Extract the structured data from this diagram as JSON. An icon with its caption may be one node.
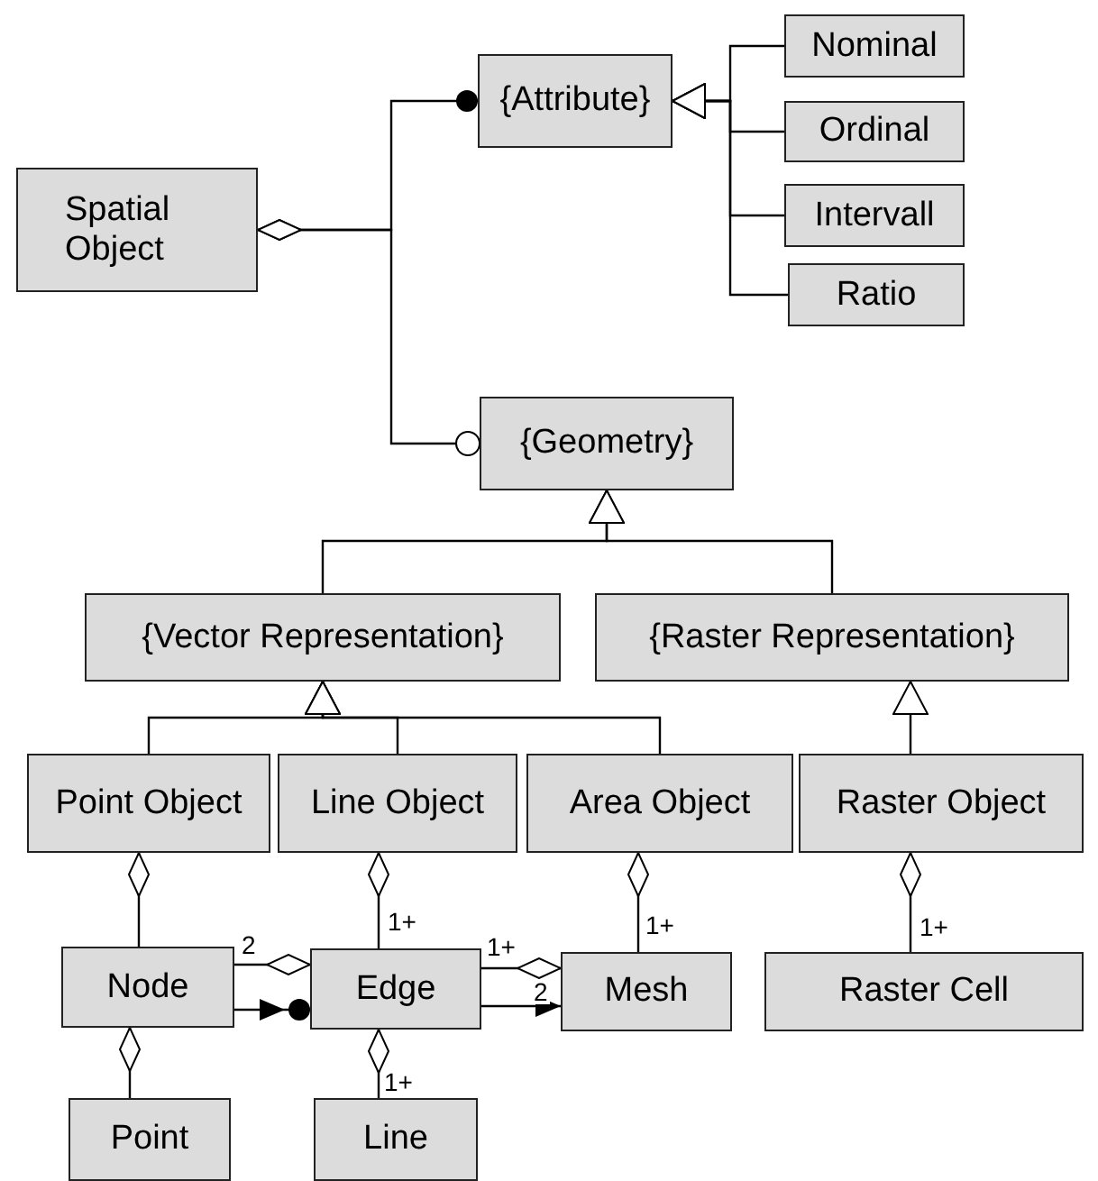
{
  "diagram": {
    "nodes": [
      {
        "text": [
          "Spatial Object"
        ]
      },
      {
        "text": [
          "{Attribute}"
        ]
      },
      {
        "text": [
          "Nominal"
        ]
      },
      {
        "text": [
          "Ordinal"
        ]
      },
      {
        "text": [
          "Intervall"
        ]
      },
      {
        "text": [
          "Ratio"
        ]
      },
      {
        "text": [
          "{Geometry}"
        ]
      },
      {
        "text": [
          "{Vector Representation}"
        ]
      },
      {
        "text": [
          "{Raster Representation}"
        ]
      },
      {
        "text": [
          "Point Object"
        ]
      },
      {
        "text": [
          "Line Object"
        ]
      },
      {
        "text": [
          "Area Object"
        ]
      },
      {
        "text": [
          "Raster Object"
        ]
      },
      {
        "text": [
          "Node"
        ]
      },
      {
        "text": [
          "Edge"
        ]
      },
      {
        "text": [
          "Mesh"
        ]
      },
      {
        "text": [
          "Raster Cell"
        ]
      },
      {
        "text": [
          "Point"
        ]
      },
      {
        "text": [
          "Line"
        ]
      }
    ],
    "edges": [
      {
        "from": 0,
        "to": 1,
        "arrow": "other"
      },
      {
        "from": 0,
        "to": 6,
        "arrow": "other"
      },
      {
        "from": 2,
        "to": 1,
        "arrow": "to"
      },
      {
        "from": 3,
        "to": 1,
        "arrow": "to"
      },
      {
        "from": 4,
        "to": 1,
        "arrow": "to"
      },
      {
        "from": 5,
        "to": 1,
        "arrow": "to"
      },
      {
        "from": 7,
        "to": 6,
        "arrow": "to"
      },
      {
        "from": 8,
        "to": 6,
        "arrow": "to"
      },
      {
        "from": 9,
        "to": 7,
        "arrow": "to"
      },
      {
        "from": 10,
        "to": 7,
        "arrow": "to"
      },
      {
        "from": 11,
        "to": 7,
        "arrow": "to"
      },
      {
        "from": 12,
        "to": 8,
        "arrow": "to"
      },
      {
        "from": 9,
        "to": 13,
        "arrow": "other"
      },
      {
        "from": 10,
        "to": 14,
        "arrow": "other",
        "label": "1+"
      },
      {
        "from": 11,
        "to": 15,
        "arrow": "other",
        "label": "1+"
      },
      {
        "from": 12,
        "to": 16,
        "arrow": "other",
        "label": "1+"
      },
      {
        "from": 14,
        "to": 13,
        "arrow": "other",
        "label": "2"
      },
      {
        "from": 13,
        "to": 14,
        "arrow": "to"
      },
      {
        "from": 15,
        "to": 14,
        "arrow": "other",
        "label": "1+"
      },
      {
        "from": 14,
        "to": 15,
        "arrow": "to",
        "label": "2"
      },
      {
        "from": 13,
        "to": 17,
        "arrow": "other"
      },
      {
        "from": 14,
        "to": 18,
        "arrow": "other",
        "label": "1+"
      }
    ]
  }
}
